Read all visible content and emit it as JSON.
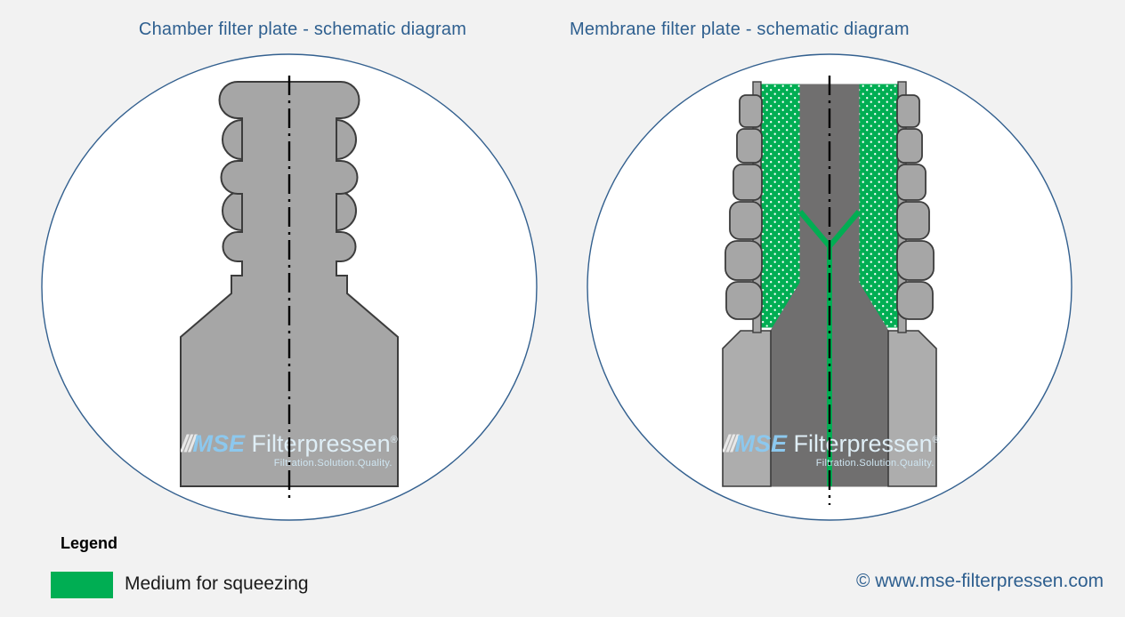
{
  "background_color": "#f2f2f2",
  "panels": [
    {
      "id": "chamber",
      "title": "Chamber filter plate -  schematic diagram",
      "plate_type": "chamber filter plate"
    },
    {
      "id": "membrane",
      "title": "Membrane filter plate -  schematic diagram",
      "plate_type": "membrane filter plate"
    }
  ],
  "legend": {
    "heading": "Legend",
    "items": [
      {
        "label": "Medium for squeezing",
        "color": "#00ae53"
      }
    ]
  },
  "footer": {
    "copyright": "© www.mse-filterpressen.com"
  },
  "watermark": {
    "bars": "///",
    "brand": "MSE",
    "product": " Filterpressen",
    "registered": "®",
    "tagline": "Filtration.Solution.Quality."
  },
  "colors": {
    "title_blue": "#2e5f8f",
    "ellipse_stroke": "#33608f",
    "plate_gray": "#a6a6a6",
    "core_dark_gray": "#706f6f",
    "side_light_gray": "#adadad",
    "outline": "#3c3c3c",
    "squeeze_green": "#00ae53",
    "centerline": "#000000"
  }
}
